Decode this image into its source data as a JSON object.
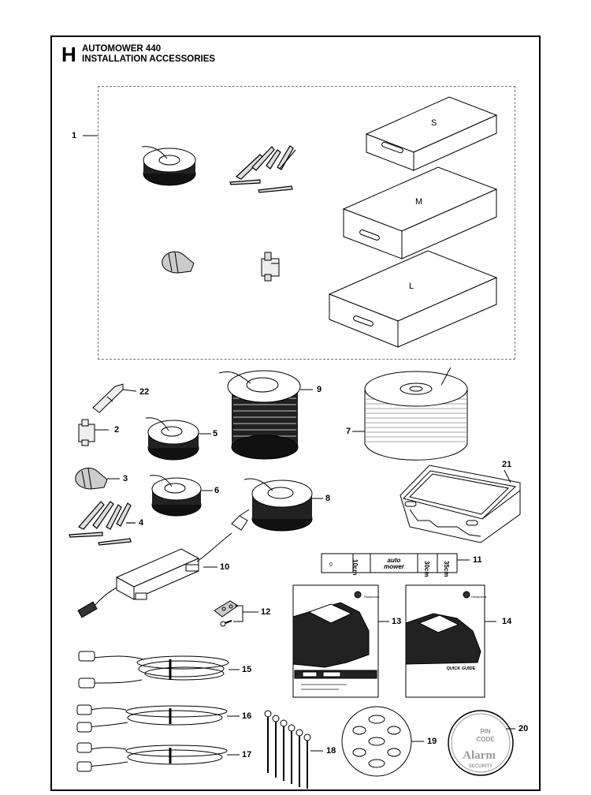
{
  "header": {
    "section_letter": "H",
    "title_line1": "AUTOMOWER 440",
    "title_line2": "INSTALLATION ACCESSORIES"
  },
  "kit": {
    "number": "1",
    "box_sizes": [
      "S",
      "M",
      "L"
    ]
  },
  "parts": [
    {
      "number": "22",
      "icon": "screwdriver-bit-icon"
    },
    {
      "number": "9",
      "icon": "wire-spool-icon"
    },
    {
      "number": "2",
      "icon": "wire-connector-icon"
    },
    {
      "number": "5",
      "icon": "wire-spool-icon"
    },
    {
      "number": "7",
      "icon": "wire-reel-icon"
    },
    {
      "number": "21",
      "icon": "carrying-case-icon"
    },
    {
      "number": "3",
      "icon": "coupler-icon"
    },
    {
      "number": "6",
      "icon": "wire-spool-icon"
    },
    {
      "number": "8",
      "icon": "wire-spool-icon"
    },
    {
      "number": "4",
      "icon": "pegs-icon"
    },
    {
      "number": "10",
      "icon": "power-supply-icon"
    },
    {
      "number": "11",
      "icon": "measuring-gauge-icon"
    },
    {
      "number": "12",
      "icon": "blade-and-screw-icon"
    },
    {
      "number": "13",
      "icon": "manual-icon"
    },
    {
      "number": "14",
      "icon": "quick-guide-icon"
    },
    {
      "number": "15",
      "icon": "cable-icon"
    },
    {
      "number": "16",
      "icon": "cable-icon"
    },
    {
      "number": "17",
      "icon": "cable-icon"
    },
    {
      "number": "18",
      "icon": "screws-icon"
    },
    {
      "number": "19",
      "icon": "wall-hanger-icon"
    },
    {
      "number": "20",
      "icon": "alarm-sticker-icon"
    }
  ],
  "gauge": {
    "brand_line1": "auto",
    "brand_line2": "mower",
    "marks": [
      "0",
      "10cm",
      "30cm",
      "35cm"
    ]
  },
  "manual_13": {
    "brand": "Husqvarna"
  },
  "manual_14": {
    "brand": "Husqvarna",
    "subtitle": "QUICK GUIDE"
  },
  "sticker": {
    "line1": "PIN",
    "line2": "CODE",
    "line3": "Alarm",
    "line4": "SECURITY"
  }
}
